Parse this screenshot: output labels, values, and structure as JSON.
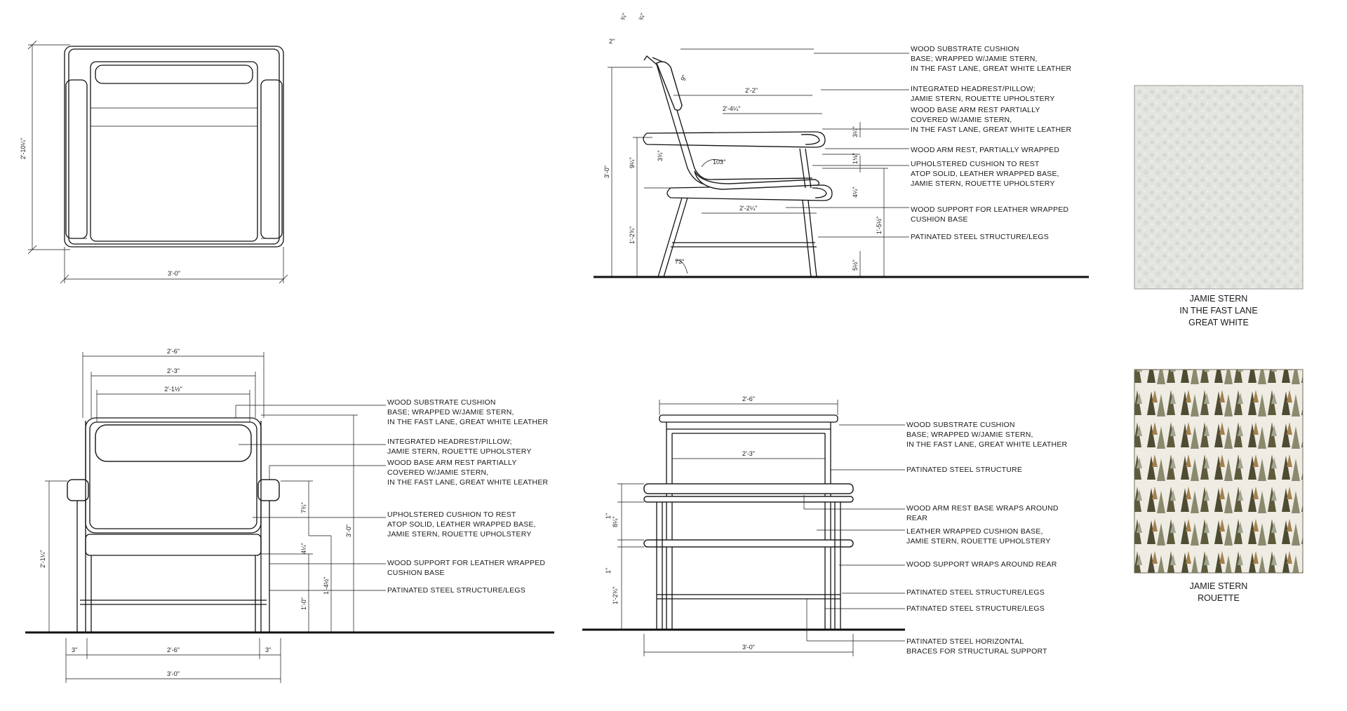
{
  "top_plan": {
    "depth_dim": "2'-10¼\"",
    "width_dim": "3'-0\""
  },
  "side_elevation": {
    "dims": {
      "top_a": "¾\"",
      "top_b": "¾\"",
      "two_in": "2\"",
      "nine_in": "9\"",
      "d_22": "2'-2\"",
      "d_24": "2'-4¼\"",
      "d_34": "3¼\"",
      "d_94": "9¼\"",
      "d_334": "3¾\"",
      "angle_103": "103°",
      "d_1_8": "1⅛\"",
      "d_41": "4¼\"",
      "h_30": "3'-0\"",
      "d_2_2": "2'-2¼\"",
      "d_1_5": "1'-5½\"",
      "h_1_2": "1'-2¾\"",
      "angle_73": "73°",
      "d_5": "5½\""
    },
    "notes": [
      [
        "WOOD SUBSTRATE CUSHION",
        "BASE; WRAPPED W/JAMIE STERN,",
        "IN THE FAST LANE, GREAT WHITE LEATHER"
      ],
      [
        "INTEGRATED HEADREST/PILLOW;",
        "JAMIE STERN, ROUETTE UPHOLSTERY"
      ],
      [
        "WOOD BASE ARM REST PARTIALLY",
        "COVERED W/JAMIE STERN,",
        "IN THE FAST LANE, GREAT WHITE LEATHER"
      ],
      [
        "WOOD ARM REST, PARTIALLY WRAPPED"
      ],
      [
        "UPHOLSTERED CUSHION TO REST",
        "ATOP SOLID, LEATHER WRAPPED BASE,",
        "JAMIE STERN, ROUETTE UPHOLSTERY"
      ],
      [
        "WOOD SUPPORT FOR LEATHER WRAPPED",
        "CUSHION BASE"
      ],
      [
        "PATINATED STEEL STRUCTURE/LEGS"
      ]
    ]
  },
  "front_elevation": {
    "dims": {
      "w_26": "2'-6\"",
      "w_23": "2'-3\"",
      "w_21": "2'-1½\"",
      "h_74": "7¾\"",
      "h_30": "3'-0\"",
      "h_44": "4¼\"",
      "h_14": "1'-4½\"",
      "h_10": "1'-0\"",
      "h_21": "2'-1¼\"",
      "b_3a": "3\"",
      "b_26": "2'-6\"",
      "b_3b": "3\"",
      "b_30": "3'-0\""
    },
    "notes": [
      [
        "WOOD SUBSTRATE CUSHION",
        "BASE; WRAPPED W/JAMIE STERN,",
        "IN THE FAST LANE, GREAT WHITE LEATHER"
      ],
      [
        "INTEGRATED HEADREST/PILLOW;",
        "JAMIE STERN, ROUETTE UPHOLSTERY"
      ],
      [
        "WOOD BASE ARM REST PARTIALLY",
        "COVERED W/JAMIE STERN,",
        "IN THE FAST LANE, GREAT WHITE LEATHER"
      ],
      [
        "UPHOLSTERED CUSHION TO REST",
        "ATOP SOLID, LEATHER WRAPPED BASE,",
        "JAMIE STERN, ROUETTE UPHOLSTERY"
      ],
      [
        "WOOD SUPPORT FOR LEATHER WRAPPED",
        "CUSHION BASE"
      ],
      [
        "PATINATED STEEL STRUCTURE/LEGS"
      ]
    ]
  },
  "rear_elevation": {
    "dims": {
      "w_26": "2'-6\"",
      "w_23": "2'-3\"",
      "one_a": "1\"",
      "h_84": "8¼\"",
      "one_b": "1\"",
      "h_12": "1'-2¾\"",
      "w_30": "3'-0\""
    },
    "notes": [
      [
        "WOOD SUBSTRATE CUSHION",
        "BASE; WRAPPED W/JAMIE STERN,",
        "IN THE FAST LANE, GREAT WHITE LEATHER"
      ],
      [
        "PATINATED STEEL STRUCTURE"
      ],
      [
        "WOOD ARM REST BASE WRAPS AROUND",
        "REAR"
      ],
      [
        "LEATHER WRAPPED CUSHION BASE,",
        "JAMIE STERN, ROUETTE UPHOLSTERY"
      ],
      [
        "WOOD SUPPORT WRAPS AROUND REAR"
      ],
      [
        "PATINATED STEEL STRUCTURE/LEGS"
      ],
      [
        "PATINATED STEEL STRUCTURE/LEGS"
      ],
      [
        "PATINATED STEEL HORIZONTAL",
        "BRACES FOR STRUCTURAL SUPPORT"
      ]
    ]
  },
  "swatches": [
    {
      "lines": [
        "JAMIE STERN",
        "IN THE FAST LANE",
        "GREAT WHITE"
      ],
      "color": "#e4e6e0"
    },
    {
      "lines": [
        "JAMIE STERN",
        "ROUETTE"
      ],
      "color": "#5a5238"
    }
  ]
}
